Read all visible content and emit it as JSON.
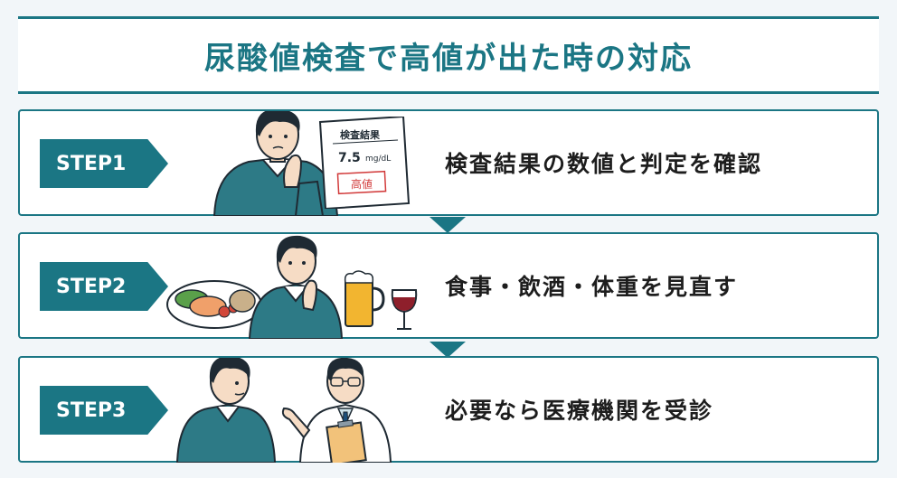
{
  "title": "尿酸値検査で高値が出た時の対応",
  "steps": [
    {
      "badge": "STEP1",
      "text": "検査結果の数値と判定を確認",
      "sheet": {
        "title": "検査結果",
        "value": "7.5",
        "unit": "mg/dL",
        "flag": "高値"
      }
    },
    {
      "badge": "STEP2",
      "text": "食事・飲酒・体重を見直す"
    },
    {
      "badge": "STEP3",
      "text": "必要なら医療機関を受診"
    }
  ],
  "colors": {
    "accent": "#1b7684",
    "sweater": "#2d7a86",
    "background": "#f2f6f9",
    "flag_red": "#d23b3b"
  },
  "icons": [
    "person-thinking",
    "result-sheet",
    "meal-plate",
    "beer-mug",
    "wine-glass",
    "doctor"
  ]
}
